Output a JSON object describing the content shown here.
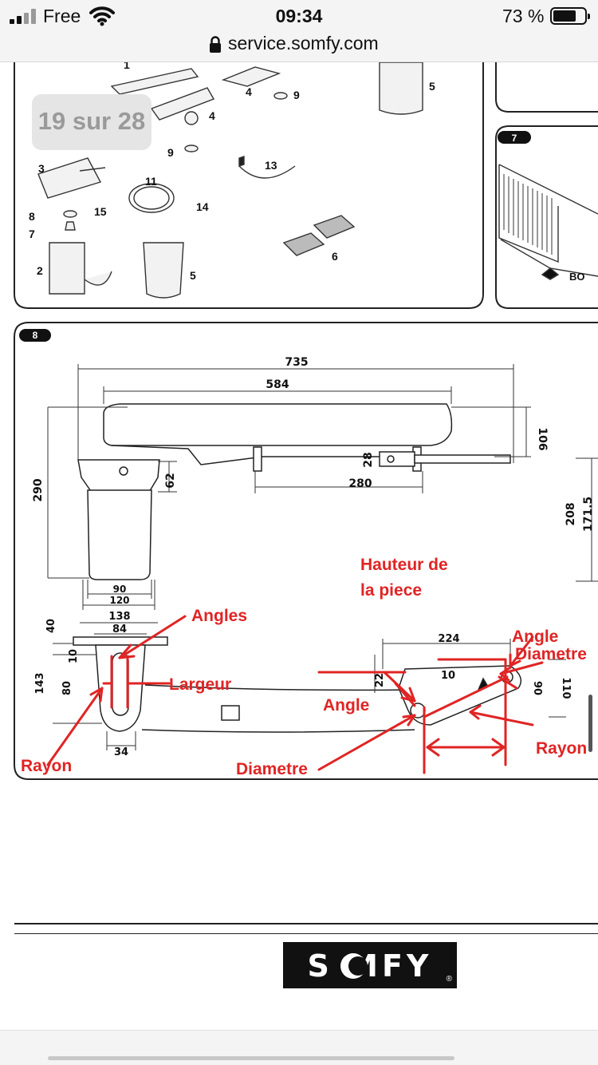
{
  "status_bar": {
    "carrier": "Free",
    "time": "09:34",
    "battery_percent": "73 %",
    "battery_level": 0.73,
    "icons": [
      "signal-icon",
      "wifi-icon",
      "battery-icon"
    ]
  },
  "browser": {
    "url": "service.somfy.com",
    "page_indicator": "19 sur 28"
  },
  "parts_diagram": {
    "part_numbers": [
      "1",
      "2",
      "3",
      "4",
      "4",
      "5",
      "5",
      "6",
      "7",
      "8",
      "9",
      "9",
      "11",
      "13",
      "14",
      "15"
    ],
    "figure_7": {
      "badge": "7",
      "label": "BO"
    }
  },
  "dimension_diagram": {
    "badge": "8",
    "dimensions": {
      "total_length": "735",
      "body_length": "584",
      "height_right": "106",
      "bracket_height": "28",
      "spacing": "280",
      "overall_height": "290",
      "bracket_offset": "62",
      "side_208": "208",
      "side_171": "171.5",
      "inner_width": "90",
      "outer_width": "120",
      "bracket_outer_width": "138",
      "bracket_inner_width": "84",
      "bracket_40": "40",
      "bracket_10": "10",
      "bracket_143": "143",
      "bracket_80": "80",
      "bracket_34": "34",
      "arm_224": "224",
      "arm_10": "10",
      "arm_22": "22",
      "arm_90": "90",
      "arm_110": "110"
    },
    "annotations": {
      "hauteur_line1": "Hauteur de",
      "hauteur_line2": "la piece",
      "angles": "Angles",
      "largeur": "Largeur",
      "rayon_left": "Rayon",
      "angle_left": "Angle",
      "diametre_bottom": "Diametre",
      "angle_top_right": "Angle",
      "diametre_top_right": "Diametre",
      "rayon_right": "Rayon"
    },
    "annotation_color": "#e02424"
  },
  "footer": {
    "logo_text": "S  MFY",
    "logo_mark": "®"
  }
}
